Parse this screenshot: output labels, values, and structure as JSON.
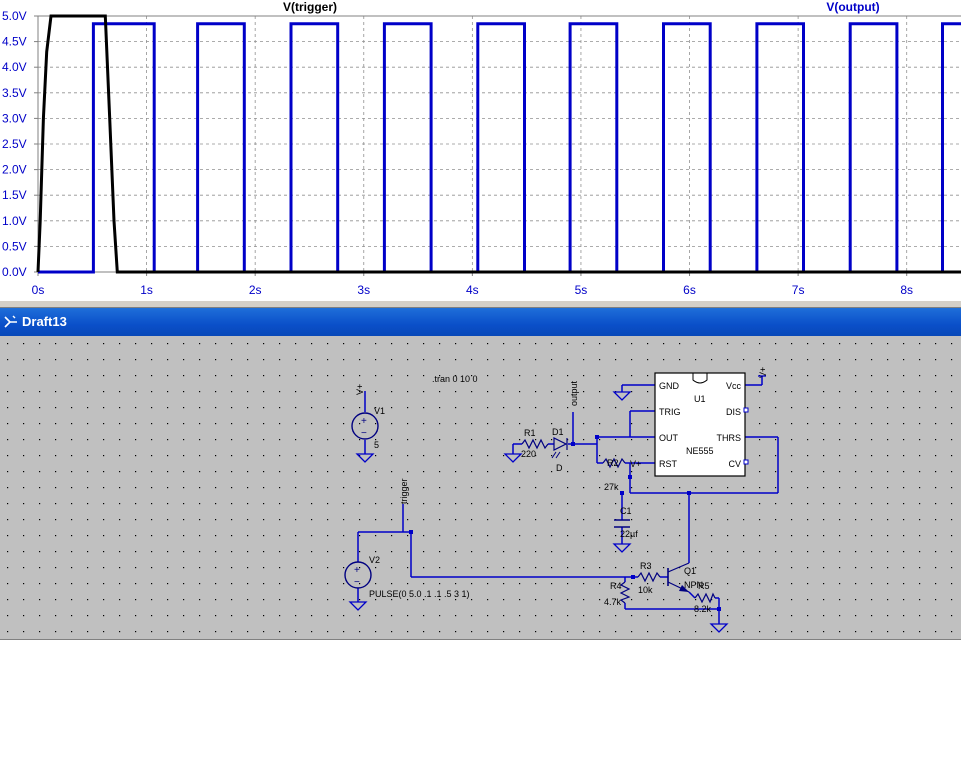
{
  "waveform": {
    "trace_labels": [
      "V(trigger)",
      "V(output)"
    ],
    "chart_data": {
      "type": "line",
      "xlabel": "",
      "ylabel": "",
      "xlim": [
        0,
        8.5
      ],
      "ylim": [
        0,
        5
      ],
      "x_ticks": [
        "0s",
        "1s",
        "2s",
        "3s",
        "4s",
        "5s",
        "6s",
        "7s",
        "8s"
      ],
      "y_ticks": [
        "0.0V",
        "0.5V",
        "1.0V",
        "1.5V",
        "2.0V",
        "2.5V",
        "3.0V",
        "3.5V",
        "4.0V",
        "4.5V",
        "5.0V"
      ],
      "grid": true,
      "series": [
        {
          "name": "V(trigger)",
          "color": "#000000",
          "points": [
            [
              0,
              0
            ],
            [
              0.02,
              1.0
            ],
            [
              0.05,
              3.0
            ],
            [
              0.08,
              4.3
            ],
            [
              0.12,
              5.0
            ],
            [
              0.62,
              5.0
            ],
            [
              0.66,
              3.0
            ],
            [
              0.7,
              1.0
            ],
            [
              0.73,
              0
            ],
            [
              8.5,
              0
            ]
          ]
        },
        {
          "name": "V(output)",
          "color": "#0000c8",
          "points": [
            [
              0,
              0
            ],
            [
              0.51,
              0
            ],
            [
              0.51,
              4.85
            ],
            [
              1.07,
              4.85
            ],
            [
              1.07,
              0
            ],
            [
              1.47,
              0
            ],
            [
              1.47,
              4.85
            ],
            [
              1.9,
              4.85
            ],
            [
              1.9,
              0
            ],
            [
              2.33,
              0
            ],
            [
              2.33,
              4.85
            ],
            [
              2.76,
              4.85
            ],
            [
              2.76,
              0
            ],
            [
              3.19,
              0
            ],
            [
              3.19,
              4.85
            ],
            [
              3.62,
              4.85
            ],
            [
              3.62,
              0
            ],
            [
              4.05,
              0
            ],
            [
              4.05,
              4.85
            ],
            [
              4.48,
              4.85
            ],
            [
              4.48,
              0
            ],
            [
              4.9,
              0
            ],
            [
              4.9,
              4.85
            ],
            [
              5.33,
              4.85
            ],
            [
              5.33,
              0
            ],
            [
              5.76,
              0
            ],
            [
              5.76,
              4.85
            ],
            [
              6.19,
              4.85
            ],
            [
              6.19,
              0
            ],
            [
              6.62,
              0
            ],
            [
              6.62,
              4.85
            ],
            [
              7.05,
              4.85
            ],
            [
              7.05,
              0
            ],
            [
              7.48,
              0
            ],
            [
              7.48,
              4.85
            ],
            [
              7.91,
              4.85
            ],
            [
              7.91,
              0
            ],
            [
              8.33,
              0
            ],
            [
              8.33,
              4.85
            ],
            [
              8.5,
              4.85
            ]
          ]
        }
      ]
    }
  },
  "window": {
    "title": "Draft13"
  },
  "schematic": {
    "directive": ".tran 0 10 0",
    "pulse": "PULSE(0 5.0 .1 .1 .5 3 1)",
    "v1": {
      "name": "V1",
      "value": "5",
      "net": "V+"
    },
    "v2": {
      "name": "V2"
    },
    "trigger_net": "trigger",
    "output_net": "output",
    "r1": {
      "name": "R1",
      "value": "220"
    },
    "d1": {
      "name": "D1",
      "model": "D"
    },
    "r2": {
      "name": "R2",
      "value": "27k"
    },
    "c1": {
      "name": "C1",
      "value": "22µf"
    },
    "r3": {
      "name": "R3",
      "value": "10k"
    },
    "r4": {
      "name": "R4",
      "value": "4.7k"
    },
    "r5": {
      "name": "R5",
      "value": "8.2k"
    },
    "q1": {
      "name": "Q1",
      "model": "NPN"
    },
    "u1": {
      "name": "U1",
      "part": "NE555",
      "pins": {
        "gnd": "GND",
        "vcc": "Vcc",
        "trig": "TRIG",
        "dis": "DIS",
        "out": "OUT",
        "thrs": "THRS",
        "rst": "RST",
        "cv": "CV"
      }
    },
    "vplus": "V+"
  },
  "colors": {
    "wire": "#0000c8",
    "schematic_bg": "#c0c0c0",
    "plot_bg": "#ffffff",
    "axis_text": "#0000c8",
    "title_bar": "#0a4fc9"
  },
  "icons": {
    "window_icon": "ltspice-schematic-icon"
  }
}
